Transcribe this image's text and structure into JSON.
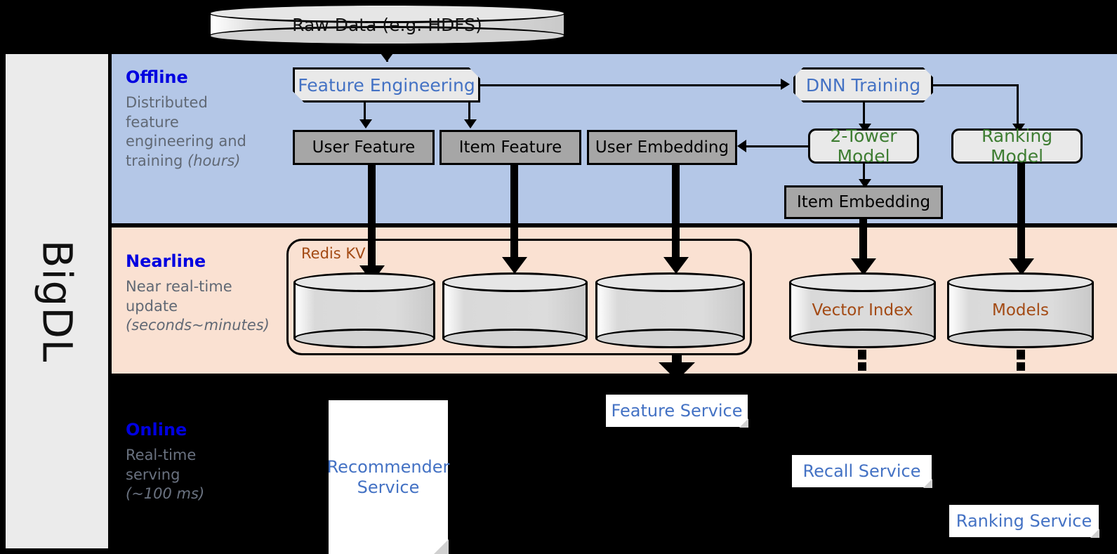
{
  "framework": {
    "name": "BigDL"
  },
  "bands": [
    {
      "id": "offline",
      "title": "Offline",
      "desc_line1": "Distributed",
      "desc_line2": "feature",
      "desc_line3": "engineering and",
      "desc_line4": "training ",
      "desc_emphasis": "(hours)",
      "bg_color": "#b4c7e7"
    },
    {
      "id": "nearline",
      "title": "Nearline",
      "desc_line1": "Near real-time",
      "desc_line2": "update",
      "desc_emphasis": "(seconds~minutes)",
      "bg_color": "#fae1d2"
    },
    {
      "id": "online",
      "title": "Online",
      "desc_line1": "Real-time",
      "desc_line2": "serving",
      "desc_emphasis": "(~100 ms)",
      "bg_color": "#000000"
    }
  ],
  "source": {
    "raw_data": "Raw Data (e.g. HDFS)"
  },
  "offline": {
    "feature_engineering": "Feature Engineering",
    "dnn_training": "DNN Training",
    "user_feature": "User Feature",
    "item_feature": "Item Feature",
    "user_embedding": "User Embedding",
    "two_tower_model": "2-Tower Model",
    "ranking_model": "Ranking Model",
    "item_embedding": "Item Embedding"
  },
  "nearline": {
    "redis_kv_label": "Redis KV",
    "stores": [
      "",
      "",
      ""
    ],
    "vector_index": "Vector Index",
    "models": "Models"
  },
  "online": {
    "recommender_service_l1": "Recommender",
    "recommender_service_l2": "Service",
    "feature_service": "Feature Service",
    "recall_service": "Recall Service",
    "ranking_service": "Ranking Service"
  },
  "colors": {
    "accent_blue_text": "#4472c4",
    "band_title_blue": "#0000e0",
    "green_model_text": "#3e7d32",
    "brown_store_text": "#a34a14",
    "gray_box_fill": "#a6a6a6",
    "light_box_fill": "#e9e9e9",
    "offline_band": "#b4c7e7",
    "nearline_band": "#fae1d2",
    "online_band": "#000000",
    "rail_fill": "#ebebeb"
  }
}
